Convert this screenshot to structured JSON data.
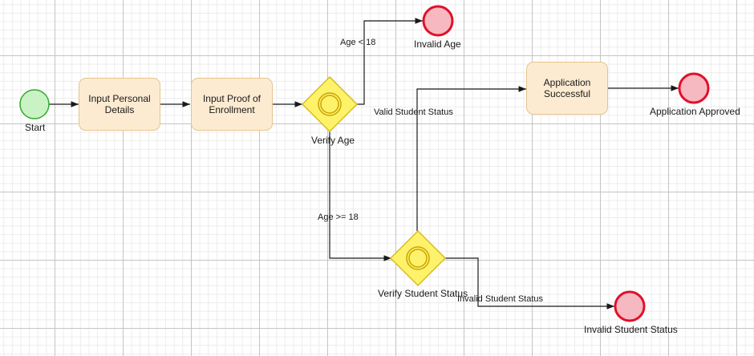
{
  "diagram": {
    "nodes": {
      "start": {
        "label": "Start"
      },
      "input_personal": {
        "label": "Input Personal Details"
      },
      "input_proof": {
        "label": "Input Proof of Enrollment"
      },
      "verify_age": {
        "label": "Verify Age"
      },
      "invalid_age": {
        "label": "Invalid Age"
      },
      "verify_student": {
        "label": "Verify Student Status"
      },
      "app_successful": {
        "label": "Application Successful"
      },
      "app_approved": {
        "label": "Application Approved"
      },
      "invalid_student": {
        "label": "Invalid Student Status"
      }
    },
    "edges": {
      "age_lt_18": "Age < 18",
      "age_gte_18": "Age >= 18",
      "valid_student": "Valid Student Status",
      "invalid_student": "Invalid Student Status"
    }
  },
  "colors": {
    "start_fill": "#c9f2c5",
    "start_stroke": "#34a82f",
    "end_fill": "#f7b9c1",
    "end_stroke": "#e0112b",
    "task_fill": "#fdebd1",
    "task_stroke": "#e5c48e",
    "gateway_fill": "#fff26b",
    "gateway_stroke": "#d8bb20",
    "edge": "#1a1a1a"
  }
}
